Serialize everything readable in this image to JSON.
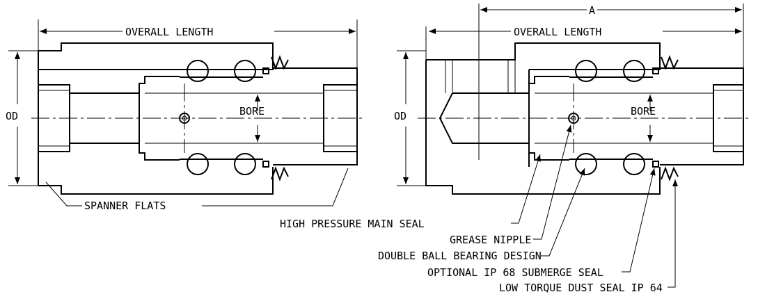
{
  "labels": {
    "overall_length": "OVERALL LENGTH",
    "od": "OD",
    "bore": "BORE",
    "dimension_a": "A",
    "spanner_flats": "SPANNER FLATS",
    "high_pressure_main_seal": "HIGH PRESSURE MAIN SEAL",
    "grease_nipple": "GREASE NIPPLE",
    "double_ball_bearing_design": "DOUBLE BALL BEARING DESIGN",
    "optional_ip68_submerge_seal": "OPTIONAL IP 68 SUBMERGE SEAL",
    "low_torque_dust_seal": "LOW TORQUE DUST SEAL IP 64"
  }
}
